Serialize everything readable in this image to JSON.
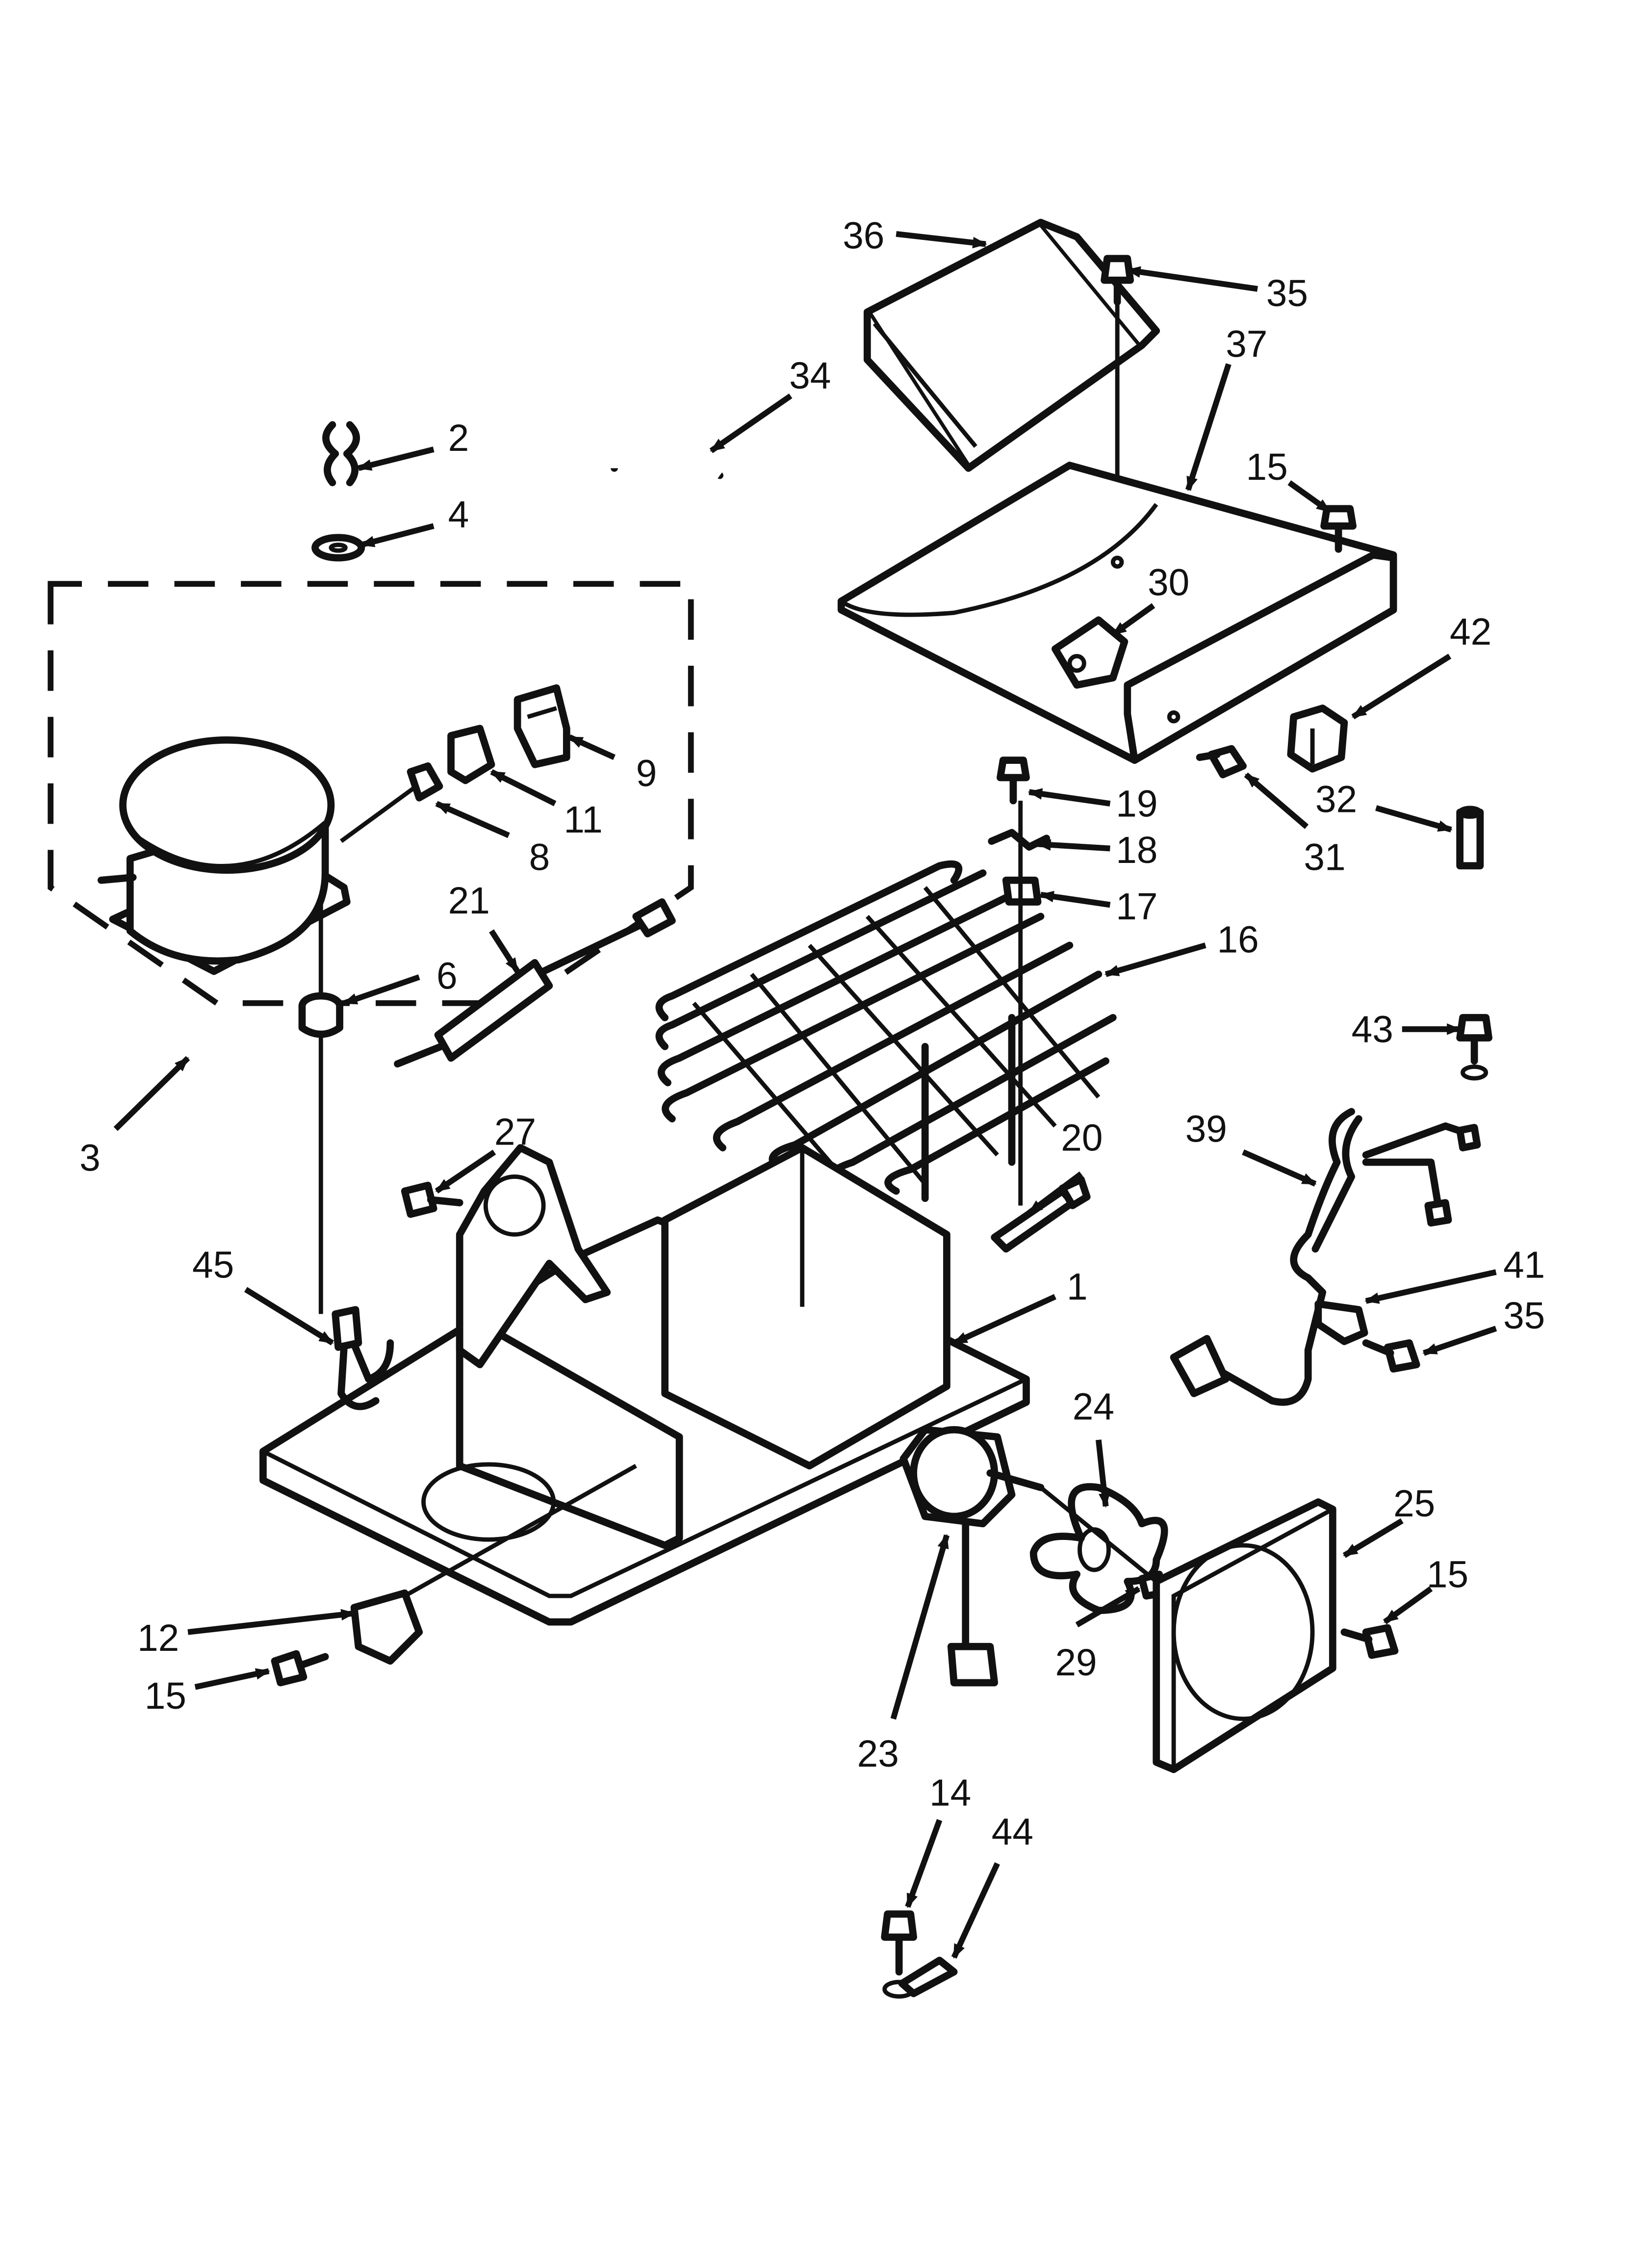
{
  "diagram": {
    "callouts": [
      "1",
      "2",
      "3",
      "4",
      "6",
      "8",
      "9",
      "11",
      "12",
      "14",
      "15",
      "16",
      "17",
      "18",
      "19",
      "20",
      "21",
      "23",
      "24",
      "25",
      "27",
      "29",
      "30",
      "31",
      "32",
      "34",
      "35",
      "36",
      "37",
      "39",
      "41",
      "42",
      "43",
      "44",
      "45"
    ]
  }
}
